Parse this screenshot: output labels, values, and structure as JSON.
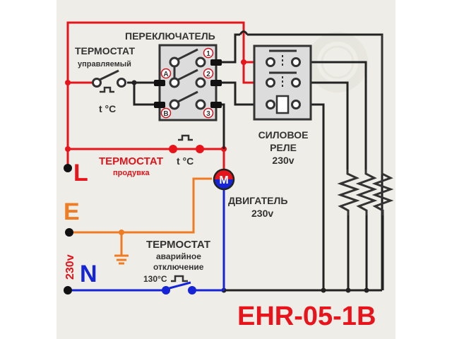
{
  "colors": {
    "background": "#eeede7",
    "outer_background": "#ffffff",
    "line_phase": "#e8141b",
    "line_earth": "#f07b22",
    "line_neutral": "#1424d6",
    "line_wire": "#222222",
    "component_fill": "#dcdcdc",
    "text_dark": "#333333",
    "text_red": "#e0141b"
  },
  "terminals": {
    "L": "L",
    "E": "E",
    "N": "N",
    "voltage": "230v"
  },
  "switch": {
    "title": "ПЕРЕКЛЮЧАТЕЛЬ",
    "contacts": [
      "1",
      "2",
      "3"
    ],
    "commons": [
      "A",
      "B"
    ]
  },
  "thermostat_controlled": {
    "title": "ТЕРМОСТАТ",
    "subtitle": "управляемый",
    "temp_label": "t °C"
  },
  "thermostat_blower": {
    "title": "ТЕРМОСТАТ",
    "subtitle": "продувка",
    "temp_label": "t °C"
  },
  "thermostat_emergency": {
    "title": "ТЕРМОСТАТ",
    "subtitle_line1": "аварийное",
    "subtitle_line2": "отключение",
    "temp_label": "130°C"
  },
  "relay": {
    "title_line1": "СИЛОВОЕ",
    "title_line2": "РЕЛЕ",
    "voltage": "230v"
  },
  "motor": {
    "symbol": "M",
    "title": "ДВИГАТЕЛЬ",
    "voltage": "230v"
  },
  "heaters": {
    "count": 3,
    "icon": "resistor-icon"
  },
  "model": "EHR-05-1B"
}
